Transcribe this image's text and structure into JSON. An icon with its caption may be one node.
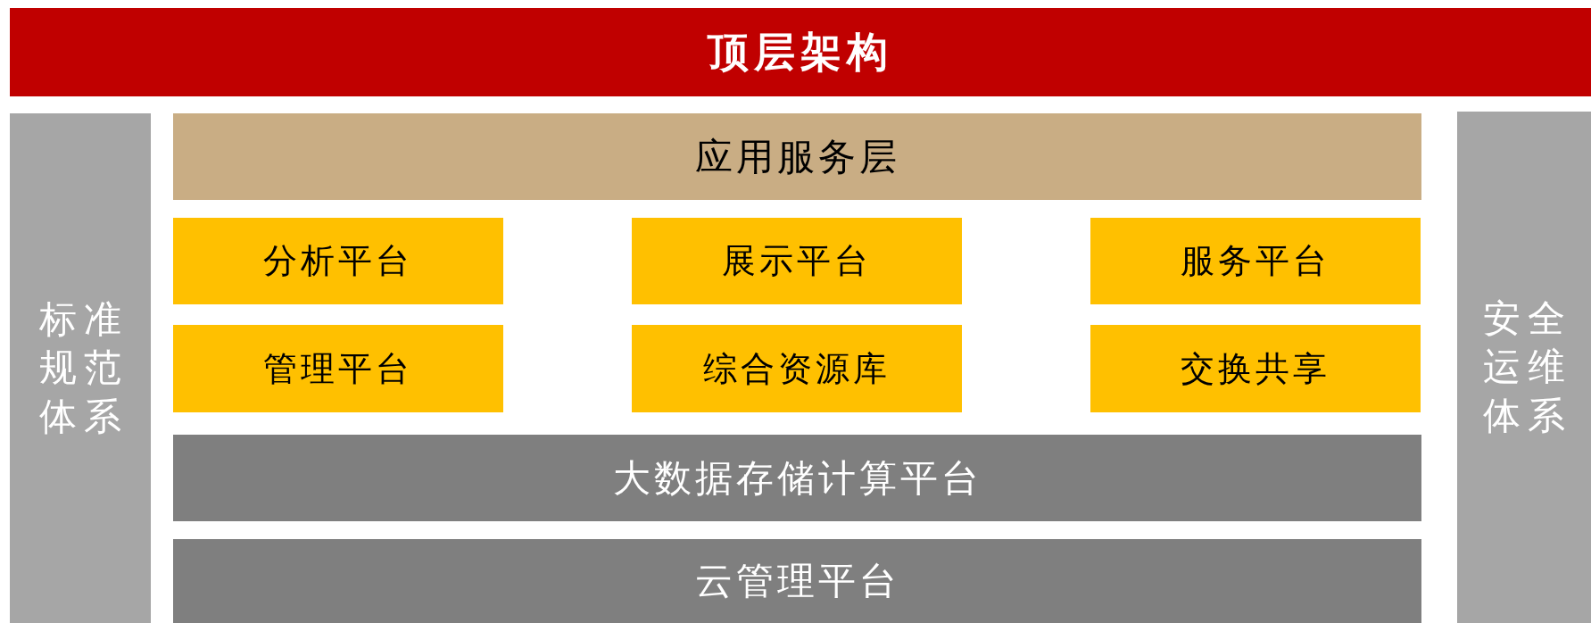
{
  "diagram": {
    "nodes": [
      {
        "text": [
          "顶层架构"
        ]
      },
      {
        "text": [
          "标准规范体系"
        ]
      },
      {
        "text": [
          "应用服务层"
        ]
      },
      {
        "text": [
          "分析平台"
        ]
      },
      {
        "text": [
          "展示平台"
        ]
      },
      {
        "text": [
          "服务平台"
        ]
      },
      {
        "text": [
          "管理平台"
        ]
      },
      {
        "text": [
          "综合资源库"
        ]
      },
      {
        "text": [
          "交换共享"
        ]
      },
      {
        "text": [
          "大数据存储计算平台"
        ]
      },
      {
        "text": [
          "云管理平台"
        ]
      },
      {
        "text": [
          "安全运维体系"
        ]
      }
    ]
  }
}
